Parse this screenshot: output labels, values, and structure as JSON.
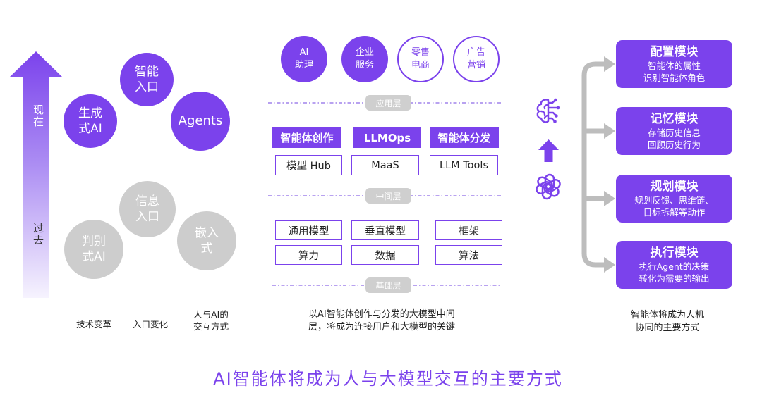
{
  "colors": {
    "accent": "#7b42ec",
    "inactive": "#cdcdcd",
    "layer_pill": "#cfcfcf",
    "connector": "#bdbdbd",
    "text": "#222222"
  },
  "left": {
    "timeline": {
      "now_label": "现在",
      "past_label": "过去"
    },
    "now_circles": [
      {
        "text": "生成\n式AI"
      },
      {
        "text": "智能\n入口"
      },
      {
        "text": "Agents"
      }
    ],
    "past_circles": [
      {
        "text": "判别\n式AI"
      },
      {
        "text": "信息\n入口"
      },
      {
        "text": "嵌入\n式"
      }
    ],
    "dimension_labels": [
      "技术变革",
      "入口变化",
      "人与AI的\n交互方式"
    ]
  },
  "middle": {
    "scenarios": [
      {
        "text": "AI\n助理"
      },
      {
        "text": "企业\n服务"
      },
      {
        "text": "零售\n电商"
      },
      {
        "text": "广告\n营销"
      }
    ],
    "layers": {
      "application": "应用层",
      "middle": "中间层",
      "foundation": "基础层"
    },
    "middle_layer": {
      "headers": [
        "智能体创作",
        "LLMOps",
        "智能体分发"
      ],
      "items": [
        "模型 Hub",
        "MaaS",
        "LLM Tools"
      ]
    },
    "foundation_layer": {
      "row1": [
        "通用模型",
        "垂直模型",
        "框架"
      ],
      "row2": [
        "算力",
        "数据",
        "算法"
      ]
    },
    "caption": "以AI智能体创作与分发的大模型中间\n层，将成为连接用户和大模型的关键"
  },
  "right": {
    "icons": [
      "brain-circuit-icon",
      "up-arrow-icon",
      "openai-logo-icon"
    ],
    "modules": [
      {
        "title": "配置模块",
        "lines": [
          "智能体的属性",
          "识别智能体角色"
        ]
      },
      {
        "title": "记忆模块",
        "lines": [
          "存储历史信息",
          "回顾历史行为"
        ]
      },
      {
        "title": "规划模块",
        "lines": [
          "规划反馈、思维链、",
          "目标拆解等动作"
        ]
      },
      {
        "title": "执行模块",
        "lines": [
          "执行Agent的决策",
          "转化为需要的输出"
        ]
      }
    ],
    "caption": "智能体将成为人机\n协同的主要方式"
  },
  "title": "AI智能体将成为人与大模型交互的主要方式"
}
